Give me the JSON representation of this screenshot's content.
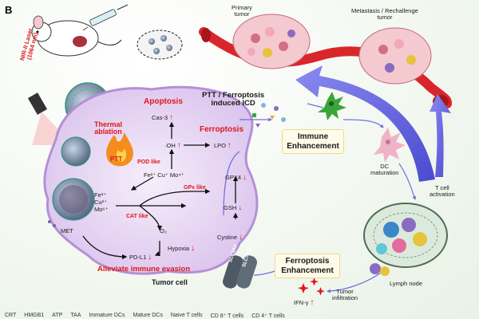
{
  "panel_label": "B",
  "labels": {
    "primary_tumor": "Primary\ntumor",
    "metastasis_tumor": "Metastasis / Rechallenge\ntumor",
    "laser": "NIR-II Laser\n(1064 nm)",
    "ptt_ferroptosis_icd": "PTT / Ferroptosis\ninduced ICD",
    "immune_enhancement": "Immune\nEnhancement",
    "dc_maturation": "DC\nmaturation",
    "t_cell_activation": "T cell\nactivation",
    "lymph_node": "Lymph node",
    "ferroptosis_enhancement": "Ferroptosis\nEnhancement",
    "tumor_infiltration": "Tumor\ninfiltration",
    "ifn": "IFN-γ",
    "tumor_cell": "Tumor cell",
    "apoptosis": "Apoptosis",
    "cas3": "Cas-3",
    "thermal_ablation": "Thermal\nablation",
    "ptt": "PTT",
    "oh": "·OH",
    "ferroptosis": "Ferroptosis",
    "lpo": "LPO",
    "pod_like": "POD like",
    "metal_ions_top": "Fe²⁺ Cu⁺ Mo⁴⁺",
    "gpx4": "GPX4",
    "gpx_like": "GPx like",
    "metal_ions_left": "Fe³⁺\nCu²⁺\nMo⁶⁺",
    "gsh": "GSH",
    "cat_like": "CAT like",
    "o2": "O₂",
    "met": "MET",
    "hypoxia": "Hypoxia",
    "cystine": "Cystine",
    "pdl1": "PD-L1",
    "alleviate": "Alleviate immune evasion",
    "transporter_1": "SLC3A2",
    "transporter_2": "SLC7A11"
  },
  "legend": [
    "CRT",
    "HMGB1",
    "ATP",
    "TAA",
    "Immature DCs",
    "Mature DCs",
    "Naive T cells",
    "CD 8⁺ T cells",
    "CD 4⁺ T cells"
  ],
  "colors": {
    "red_text": "#e0161b",
    "cell_fill": "#e8d8f2",
    "cell_edge": "#b58fd6",
    "blue_arrow": "#5f5fd9",
    "vessel": "#d9262b",
    "tumor_pink": "#f4c9cf"
  }
}
